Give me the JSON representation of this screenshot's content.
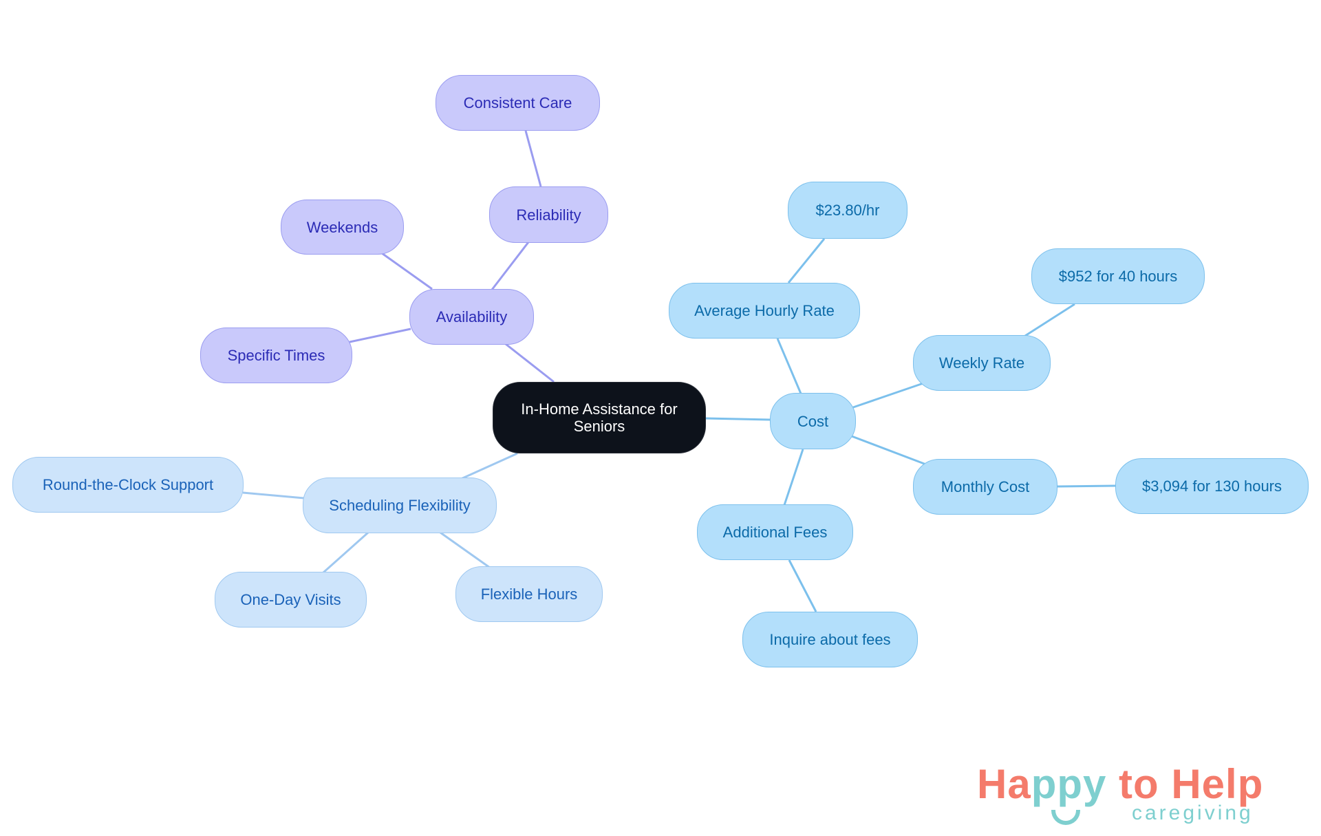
{
  "root": {
    "label_line1": "In-Home Assistance for",
    "label_line2": "Seniors"
  },
  "availability_branch": {
    "label": "Availability",
    "children": {
      "reliability": {
        "label": "Reliability",
        "child": "Consistent Care"
      },
      "weekends": "Weekends",
      "specific_times": "Specific Times"
    }
  },
  "scheduling_branch": {
    "label": "Scheduling Flexibility",
    "children": {
      "round_the_clock": "Round-the-Clock Support",
      "one_day_visits": "One-Day Visits",
      "flexible_hours": "Flexible Hours"
    }
  },
  "cost_branch": {
    "label": "Cost",
    "children": {
      "average_hourly_rate": {
        "label": "Average Hourly Rate",
        "value": "$23.80/hr"
      },
      "weekly_rate": {
        "label": "Weekly Rate",
        "value": "$952 for 40 hours"
      },
      "monthly_cost": {
        "label": "Monthly Cost",
        "value": "$3,094 for 130 hours"
      },
      "additional_fees": {
        "label": "Additional Fees",
        "value": "Inquire about fees"
      }
    }
  },
  "colors": {
    "root_bg": "#0d121b",
    "availability_bg": "#c9c9fb",
    "availability_edge": "#9a9cf0",
    "cost_bg": "#b3dffb",
    "cost_edge": "#7cc0ec",
    "scheduling_bg": "#cde4fb",
    "scheduling_edge": "#9fc8f0",
    "logo_coral": "#f47b6b",
    "logo_teal": "#7ecfcf"
  },
  "logo": {
    "part1": "Ha",
    "part2": "ppy",
    "part3": " to Help",
    "sub": "caregiving"
  }
}
